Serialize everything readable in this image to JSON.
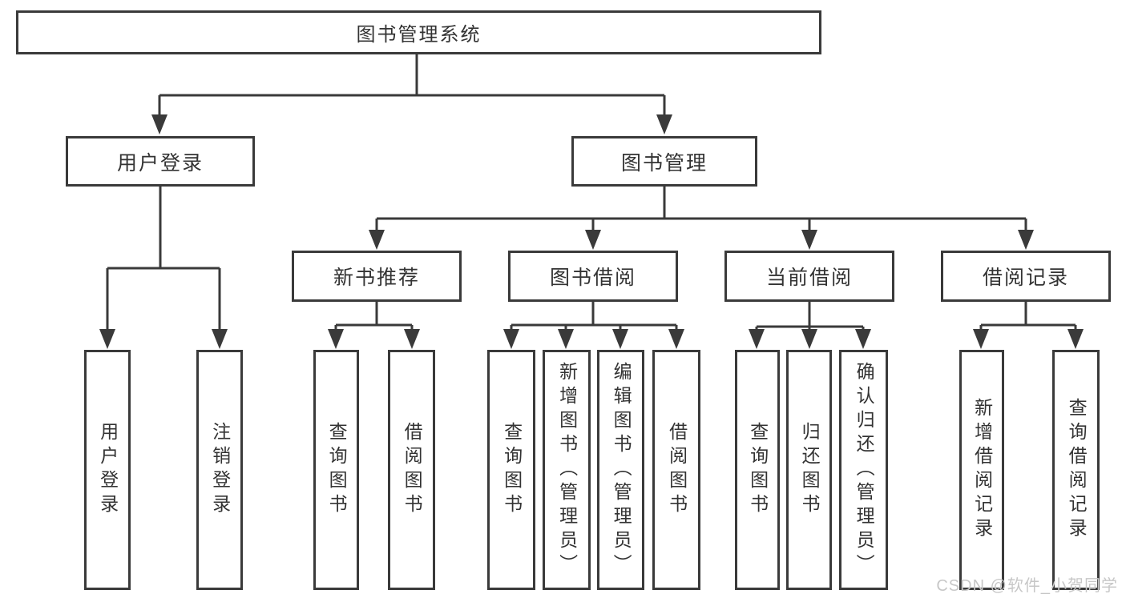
{
  "diagram": {
    "root": "图书管理系统",
    "branches": [
      {
        "label": "用户登录",
        "leaves": [
          "用户登录",
          "注销登录"
        ]
      },
      {
        "label": "图书管理",
        "groups": [
          {
            "label": "新书推荐",
            "leaves": [
              "查询图书",
              "借阅图书"
            ]
          },
          {
            "label": "图书借阅",
            "leaves": [
              "查询图书",
              "新增图书（管理员）",
              "编辑图书（管理员）",
              "借阅图书"
            ]
          },
          {
            "label": "当前借阅",
            "leaves": [
              "查询图书",
              "归还图书",
              "确认归还（管理员）"
            ]
          },
          {
            "label": "借阅记录",
            "leaves": [
              "新增借阅记录",
              "查询借阅记录"
            ]
          }
        ]
      }
    ]
  },
  "watermark": {
    "text": "CSDN @软件_小贺同学"
  },
  "colors": {
    "line": "#3a3a3a",
    "box_border": "#3a3a3a",
    "box_fill": "#ffffff",
    "text": "#333333",
    "watermark": "#c7c7c7",
    "background": "#ffffff"
  }
}
